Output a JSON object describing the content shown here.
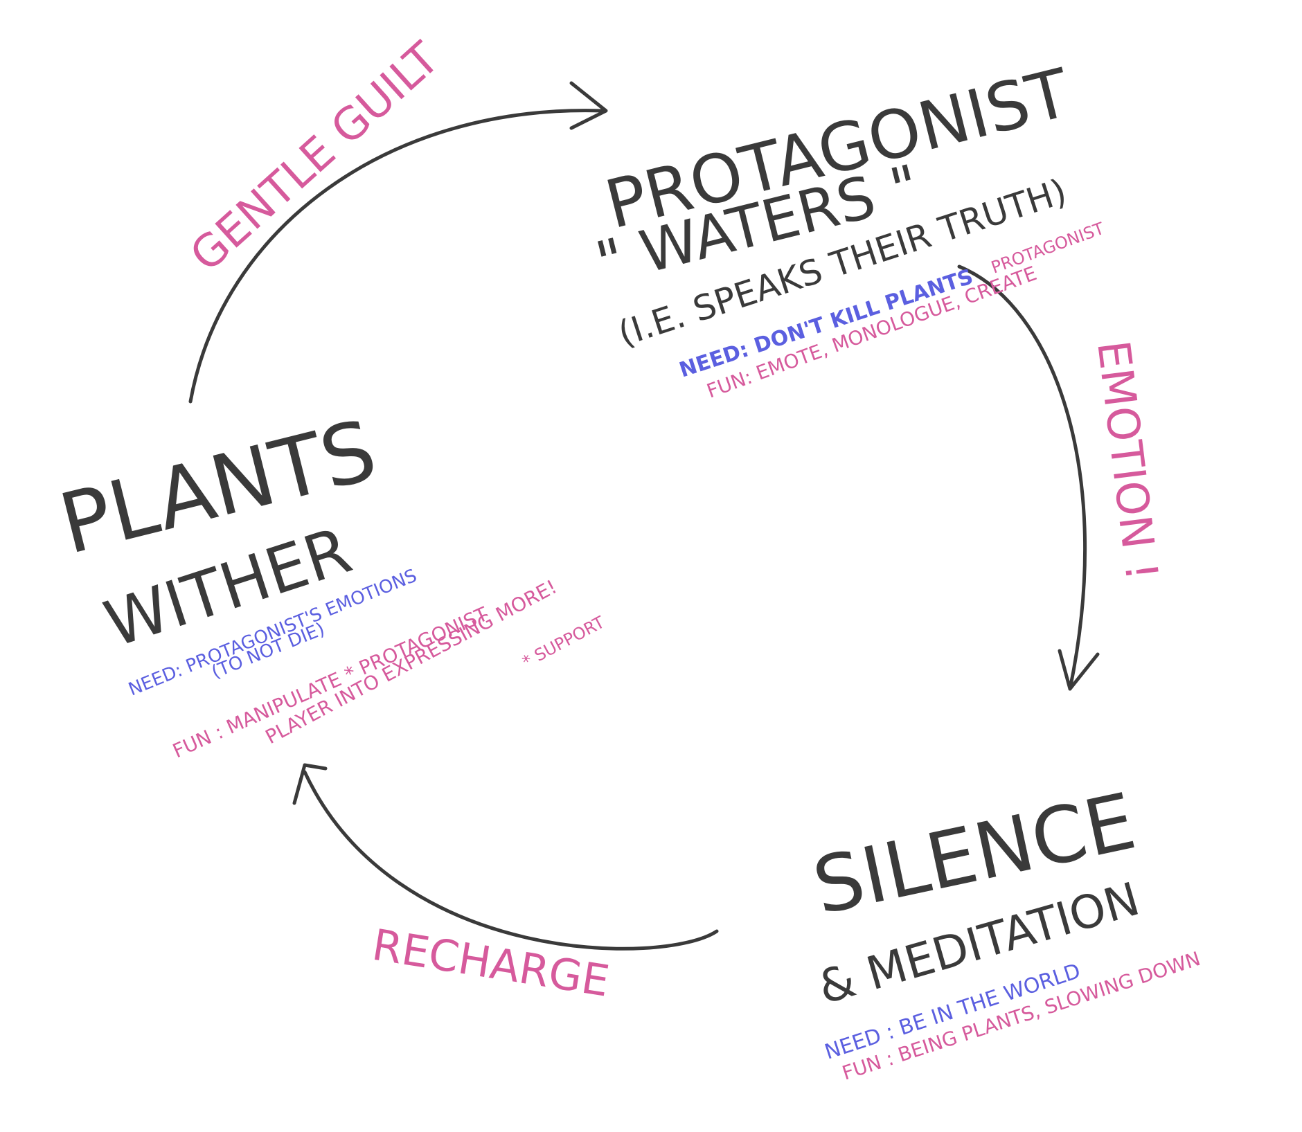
{
  "colors": {
    "ink": "#3a3a3a",
    "pink": "#d65a9c",
    "blue": "#5b5fe0",
    "background": "#ffffff"
  },
  "nodes": {
    "protagonist": {
      "title_line1": "Protagonist",
      "title_line2": "\" Waters \"",
      "title_line3": "(i.e. speaks their truth)",
      "need": "Need: Don't kill plants",
      "fun_line1": "Fun: Emote, monologue, create",
      "fun_line2": "protagonist"
    },
    "silence": {
      "title_line1": "Silence",
      "title_line2": "& Meditation",
      "need": "Need : Be in the world",
      "fun": "Fun : Being plants, slowing down"
    },
    "plants": {
      "title_line1": "Plants",
      "title_line2": "Wither",
      "need_line1": "Need: Protagonist's emotions",
      "need_line2": "(to not die)",
      "fun_line1": "Fun : Manipulate * protagonist",
      "fun_line2": "player into expressing more!",
      "footnote": "* support"
    }
  },
  "edges": {
    "gentle_guilt": "Gentle Guilt",
    "emotion": "Emotion !",
    "recharge": "Recharge"
  }
}
